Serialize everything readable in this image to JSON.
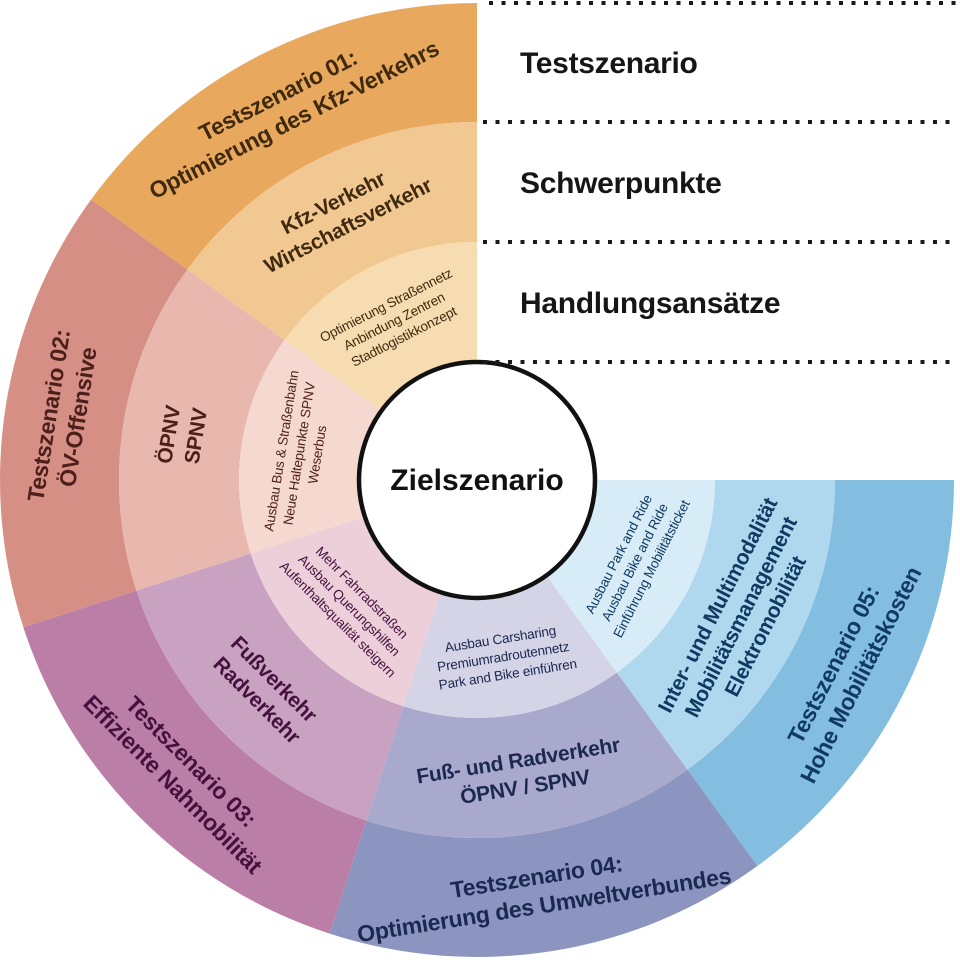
{
  "center_label": "Zielszenario",
  "legend": {
    "rows": [
      {
        "label": "Testszenario"
      },
      {
        "label": "Schwerpunkte"
      },
      {
        "label": "Handlungsansätze"
      }
    ]
  },
  "segments": [
    {
      "id": "01",
      "scenario_lines": [
        "Testszenario 01:",
        "Optimierung des Kfz-Verkehrs"
      ],
      "focus_lines": [
        "Kfz-Verkehr",
        "Wirtschaftsverkehr"
      ],
      "actions_lines": [
        "Optimierung Straßennetz",
        "Anbindung Zentren",
        "Stadtlogistikkonzept"
      ],
      "colors": {
        "outer": "#E8A95F",
        "middle": "#F1C891",
        "inner": "#F7DCB1",
        "text": "#3F2A10"
      }
    },
    {
      "id": "02",
      "scenario_lines": [
        "Testszenario 02:",
        "ÖV-Offensive"
      ],
      "focus_lines": [
        "ÖPNV",
        "SPNV"
      ],
      "actions_lines": [
        "Ausbau Bus & Straßenbahn",
        "Neue Haltepunkte SPNV",
        "Weserbus"
      ],
      "colors": {
        "outer": "#D68F85",
        "middle": "#E8B8AE",
        "inner": "#F5D8D0",
        "text": "#4C1F1B"
      }
    },
    {
      "id": "03",
      "scenario_lines": [
        "Testszenario 03:",
        "Effiziente Nahmobilität"
      ],
      "focus_lines": [
        "Fußverkehr",
        "Radverkehr"
      ],
      "actions_lines": [
        "Mehr Fahrradstraßen",
        "Ausbau Querungshilfen",
        "Aufenthaltsqualität steigern"
      ],
      "colors": {
        "outer": "#BB7EA6",
        "middle": "#C9A2C1",
        "inner": "#EDCFD9",
        "text": "#45123F"
      }
    },
    {
      "id": "04",
      "scenario_lines": [
        "Testszenario 04:",
        "Optimierung des Umweltverbundes"
      ],
      "focus_lines": [
        "Fuß- und Radverkehr",
        "ÖPNV / SPNV"
      ],
      "actions_lines": [
        "Ausbau Carsharing",
        "Premiumradroutennetz",
        "Park and Bike einführen"
      ],
      "colors": {
        "outer": "#8C95C0",
        "middle": "#A9A9CD",
        "inner": "#D5D4E6",
        "text": "#1B2850"
      }
    },
    {
      "id": "05",
      "scenario_lines": [
        "Testszenario 05:",
        "Hohe Mobilitätskosten"
      ],
      "focus_lines": [
        "Inter- und Multimodalität",
        "Mobilitätsmanagement",
        "Elektromobilität"
      ],
      "actions_lines": [
        "Ausbau Park and Ride",
        "Ausbau Bike and Ride",
        "Einführung Mobilitätsticket"
      ],
      "colors": {
        "outer": "#83BDE0",
        "middle": "#AFD8EE",
        "inner": "#D7ECF7",
        "text": "#103A62"
      }
    }
  ]
}
